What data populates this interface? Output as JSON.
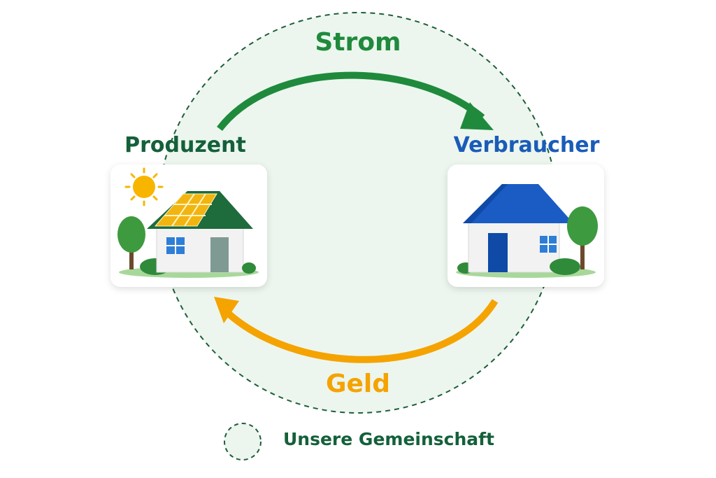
{
  "flow": {
    "strom_label": "Strom",
    "geld_label": "Geld"
  },
  "nodes": {
    "producer_label": "Produzent",
    "consumer_label": "Verbraucher"
  },
  "legend": {
    "label": "Unsere Gemeinschaft"
  },
  "colors": {
    "strom": "#1f8a3c",
    "geld": "#f5a300",
    "producer_text": "#14603a",
    "consumer_text": "#1a5cb8",
    "community_fill": "#ecf6ee",
    "community_border": "#1e5e3a",
    "legend_text": "#14603a"
  },
  "icons": {
    "producer": "house-with-solar-panels-icon",
    "consumer": "house-blue-roof-icon",
    "sun": "sun-icon",
    "legend": "dashed-circle-icon"
  }
}
